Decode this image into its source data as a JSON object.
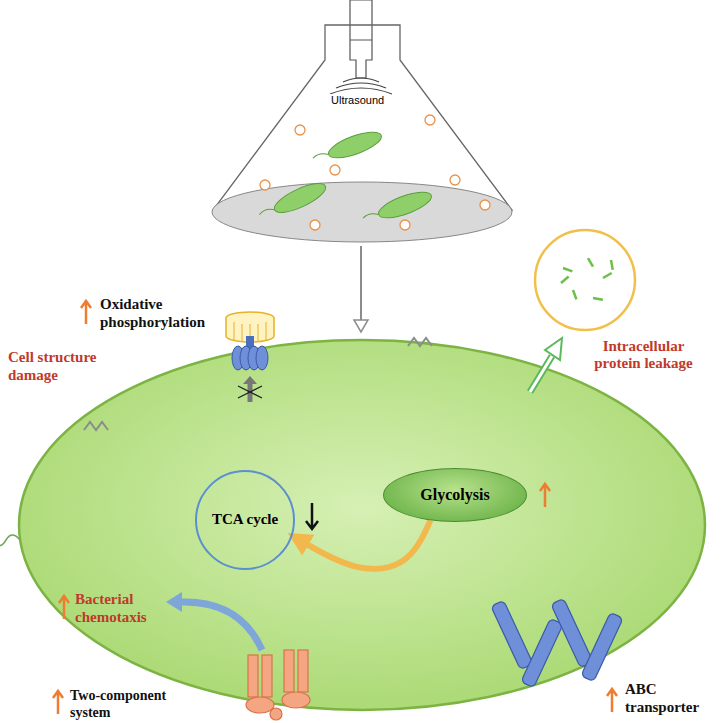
{
  "diagram": {
    "nodes": [
      {
        "text": [
          "Ultrasound"
        ]
      },
      {
        "text": [
          "Intracellular protein leakage"
        ]
      },
      {
        "text": [
          "TCA cycle"
        ]
      },
      {
        "text": [
          "Glycolysis"
        ]
      }
    ],
    "edges": [
      {
        "from": 3,
        "to": 2,
        "arrow": "to"
      }
    ],
    "labels": [
      "Oxidative phosphorylation",
      "Cell structure damage",
      "Bacterial chemotaxis",
      "Two-component system",
      "ABC transporter"
    ]
  }
}
